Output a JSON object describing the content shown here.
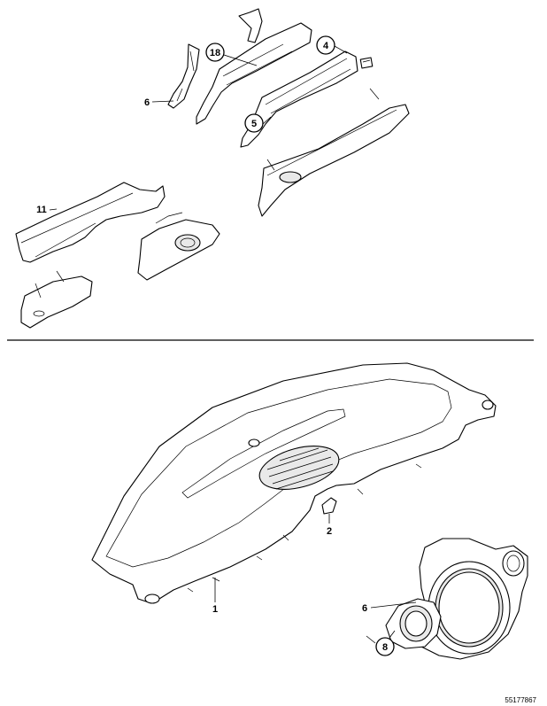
{
  "callouts": {
    "c18": "18",
    "c4": "4",
    "c6_top": "6",
    "c5": "5",
    "c11": "11",
    "c2": "2",
    "c1": "1",
    "c6_bottom": "6",
    "c8": "8"
  },
  "reference_number": "55177867",
  "colors": {
    "line": "#000000",
    "background": "#ffffff",
    "shade": "#e9e9e9"
  }
}
